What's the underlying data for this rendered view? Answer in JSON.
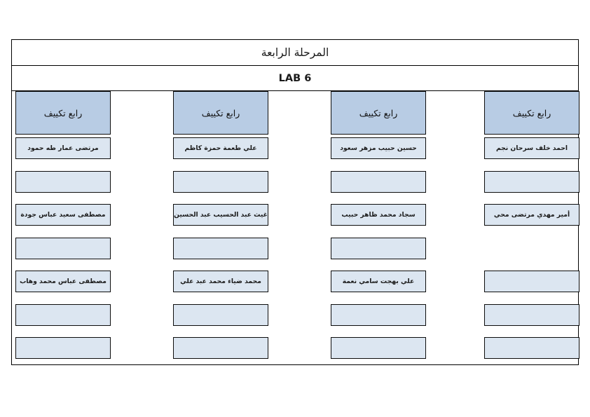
{
  "document": {
    "stage_title": "المرحلة الرابعة",
    "lab_title": "LAB 6",
    "colors": {
      "header_fill": "#b8cce4",
      "cell_fill": "#dce6f1",
      "border": "#0d0d0d",
      "page_background": "#ffffff"
    }
  },
  "groups": [
    {
      "header": "رابع تكييف",
      "students": [
        "احمد خلف سرحان نجم",
        "",
        "أمير مهدي مرتضى محي",
        null,
        "",
        "",
        ""
      ]
    },
    {
      "header": "رابع تكييف",
      "students": [
        "حسين حبيب مزهر سعود",
        "",
        "سجاد محمد ظاهر حبيب",
        "",
        "علي بهجت سامي نعمة",
        "",
        ""
      ]
    },
    {
      "header": "رابع تكييف",
      "students": [
        "علي طعمة حمزة كاظم",
        "",
        "غيث عبد الحسيب عبد الحسين",
        "",
        "محمد ضياء محمد عبد علي",
        "",
        ""
      ]
    },
    {
      "header": "رابع تكييف",
      "students": [
        "مرتضى عمار طه حمود",
        "",
        "مصطفى سعيد عباس جودة",
        "",
        "مصطفى عباس محمد وهاب",
        "",
        ""
      ]
    }
  ]
}
